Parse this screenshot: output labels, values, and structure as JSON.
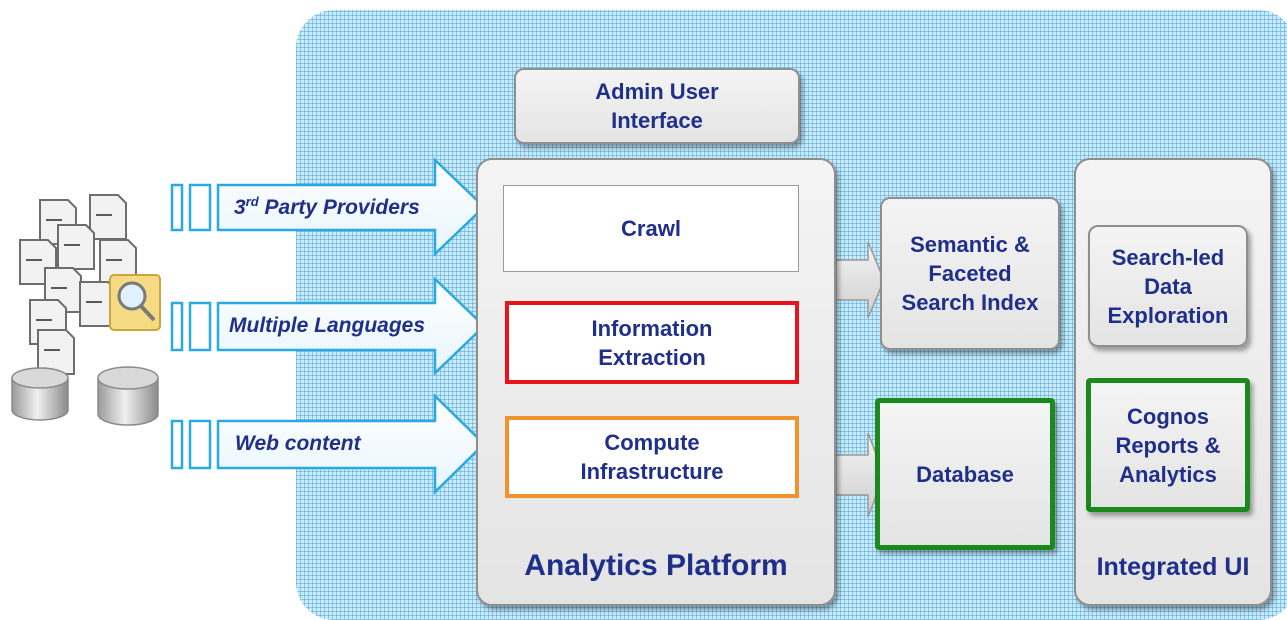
{
  "admin_ui": {
    "label": "Admin User\nInterface"
  },
  "analytics_platform": {
    "title": "Analytics Platform",
    "crawl": "Crawl",
    "information_extraction": "Information\nExtraction",
    "compute_infrastructure": "Compute\nInfrastructure"
  },
  "semantic_index": {
    "label": "Semantic &\nFaceted\nSearch Index"
  },
  "database": {
    "label": "Database"
  },
  "integrated_ui": {
    "title": "Integrated UI",
    "search_led": "Search-led\nData\nExploration",
    "cognos": "Cognos\nReports &\nAnalytics"
  },
  "inputs": [
    {
      "label_main": "3",
      "label_sup": "rd",
      "label_rest": " Party Providers"
    },
    {
      "label": "Multiple Languages"
    },
    {
      "label": "Web content"
    }
  ],
  "colors": {
    "text": "#1f2f8a",
    "arrow_outline": "#29a9e0",
    "extraction_border": "#e8141a",
    "compute_border": "#f0922e",
    "database_border": "#1a8a1a",
    "background_grid": "#46aae1"
  },
  "icons": [
    "document-stack-icon",
    "magnifier-folder-icon",
    "database-cylinder-icon"
  ]
}
